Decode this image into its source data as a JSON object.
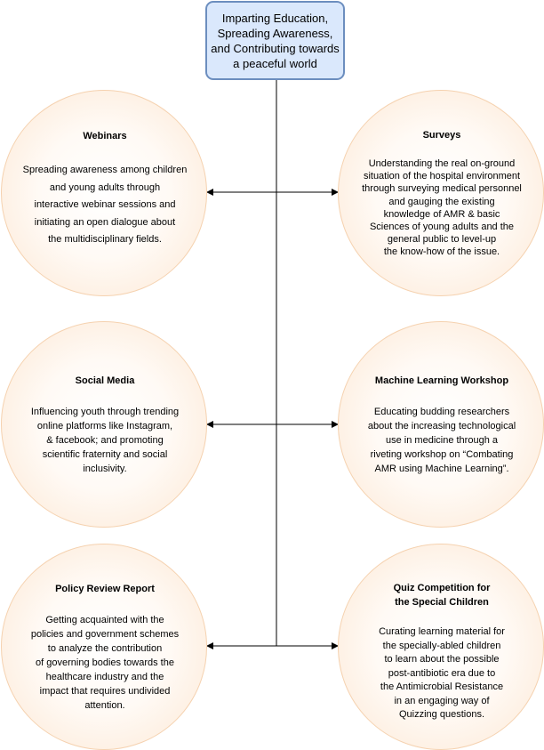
{
  "root": {
    "label": "Imparting Education, Spreading Awareness, and Contributing towards a peaceful world"
  },
  "nodes": [
    {
      "title": "Webinars",
      "text": "Spreading awareness among children\nand young adults through\ninteractive webinar sessions and\ninitiating an open dialogue about\nthe multidisciplinary fields."
    },
    {
      "title": "Surveys",
      "text": "Understanding the real on-ground\nsituation of the hospital environment\nthrough surveying medical personnel\nand gauging the existing\nknowledge of AMR & basic\nSciences of young adults and the\ngeneral public to level-up\nthe know-how of the issue."
    },
    {
      "title": "Social Media",
      "text": "Influencing youth through trending\nonline platforms like Instagram,\n& facebook; and promoting\nscientific fraternity and social\ninclusivity."
    },
    {
      "title": "Machine Learning Workshop",
      "text": "Educating budding researchers\nabout the increasing technological\nuse in medicine through a\nriveting workshop on “Combating\nAMR using Machine Learning”."
    },
    {
      "title": "Policy Review Report",
      "text": "Getting acquainted with the\npolicies and government schemes\nto analyze the contribution\nof governing bodies towards the\nhealthcare industry and the\nimpact that requires undivided\nattention."
    },
    {
      "title": "Quiz Competition for\nthe Special Children",
      "text": "Curating learning material for\nthe specially-abled children\nto learn about the possible\npost-antibiotic era due to\nthe Antimicrobial Resistance\nin an engaging way of\nQuizzing questions."
    }
  ]
}
